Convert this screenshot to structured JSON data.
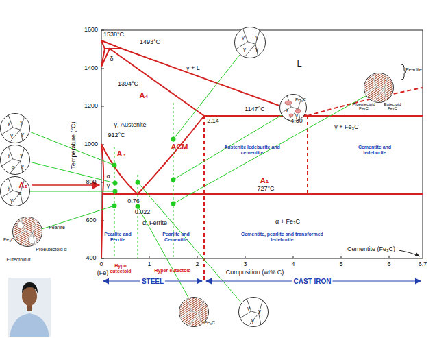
{
  "diagram": {
    "nodes": [
      {
        "text": [
          "γ",
          "γ",
          "γ",
          "γ"
        ]
      },
      {
        "text": [
          "Fe₃C",
          "γ",
          "γ"
        ]
      },
      {
        "text": [
          "Pearlite",
          "Proeutectoid Fe₃C",
          "Eutectoid Fe₃C"
        ]
      },
      {
        "text": [
          "γ",
          "γ",
          "γ",
          "γ"
        ]
      },
      {
        "text": [
          "γ",
          "γ",
          "α",
          "γ"
        ]
      },
      {
        "text": [
          "γ",
          "α",
          "γ"
        ]
      },
      {
        "text": [
          "Pearlite",
          "Fe₃C",
          "Proeutectoid α",
          "Eutectoid α"
        ]
      },
      {
        "text": [
          "Fe₃C"
        ]
      },
      {
        "text": [
          "γ",
          "γ",
          "γ"
        ]
      }
    ],
    "labels": [
      "1538°C",
      "1493°C",
      "δ",
      "1394°C",
      "A₄",
      "γ + L",
      "L",
      "1147°C",
      "2.14",
      "4.30",
      "γ, Austenite",
      "912°C",
      "A₃",
      "ACM",
      "Austenite ledeburite and cementite",
      "γ + Fe₃C",
      "Cementite and ledeburite",
      "A₁",
      "727°C",
      "α",
      "γ",
      "A₂",
      "0.76",
      "0.022",
      "α, Ferrite",
      "α + Fe₃C",
      "Pearlite and Ferrite",
      "Pearlite and Cementite",
      "Cementite, pearlite and transformed ledeburite",
      "Cementite (Fe₃C)",
      "Hypo eutectoid",
      "Hyper-eutectoid",
      "STEEL",
      "CAST IRON",
      "(Fe)",
      "Composition (wt% C)",
      "Temperature (°C)",
      "1600",
      "1400",
      "1200",
      "1000",
      "800",
      "600",
      "400",
      "0",
      "1",
      "2",
      "3",
      "4",
      "5",
      "6",
      "6.7"
    ]
  }
}
